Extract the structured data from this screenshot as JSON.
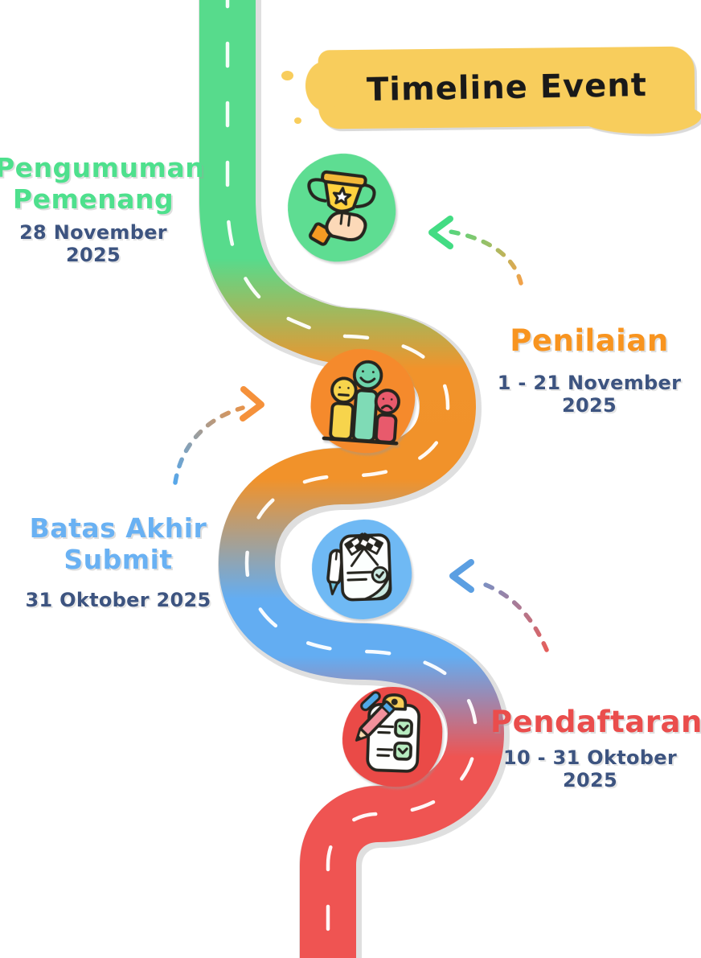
{
  "title": "Timeline Event",
  "colors": {
    "title_banner_bg": "#F8CD5C",
    "title_text": "#191919",
    "road_green": "#57DB8C",
    "road_orange": "#F1922A",
    "road_blue": "#63ADF2",
    "road_red": "#EF5452",
    "road_dash": "#FFFFFF",
    "date_text": "#3D5480"
  },
  "events": [
    {
      "id": "pengumuman-pemenang",
      "label_line1": "Pengumuman",
      "label_line2": "Pemenang",
      "date": "28 November 2025",
      "label_color": "#4EE08D",
      "icon": "trophy-in-hand-icon",
      "blob_color": "#5EDD92"
    },
    {
      "id": "penilaian",
      "label_line1": "Penilaian",
      "date": "1 - 21 November 2025",
      "label_color": "#F8941F",
      "icon": "rating-bars-emoji-icon",
      "blob_color": "#F58A2C"
    },
    {
      "id": "batas-akhir-submit",
      "label_line1": "Batas Akhir",
      "label_line2": "Submit",
      "date": "31 Oktober 2025",
      "label_color": "#69B1F3",
      "icon": "race-flags-document-icon",
      "blob_color": "#6FB9F4"
    },
    {
      "id": "pendaftaran",
      "label_line1": "Pendaftaran",
      "date": "10 - 31 Oktober 2025",
      "label_color": "#EA4D4C",
      "icon": "registration-checklist-icon",
      "blob_color": "#EA4A47"
    }
  ],
  "arrows": [
    {
      "name": "arrow-to-trophy",
      "tail_color": "#F2A24A",
      "head_color": "#43DC83"
    },
    {
      "name": "arrow-to-rating",
      "tail_color": "#57A7EA",
      "head_color": "#F5913B"
    },
    {
      "name": "arrow-to-document",
      "tail_color": "#E45F5C",
      "head_color": "#5B9FE2"
    }
  ]
}
